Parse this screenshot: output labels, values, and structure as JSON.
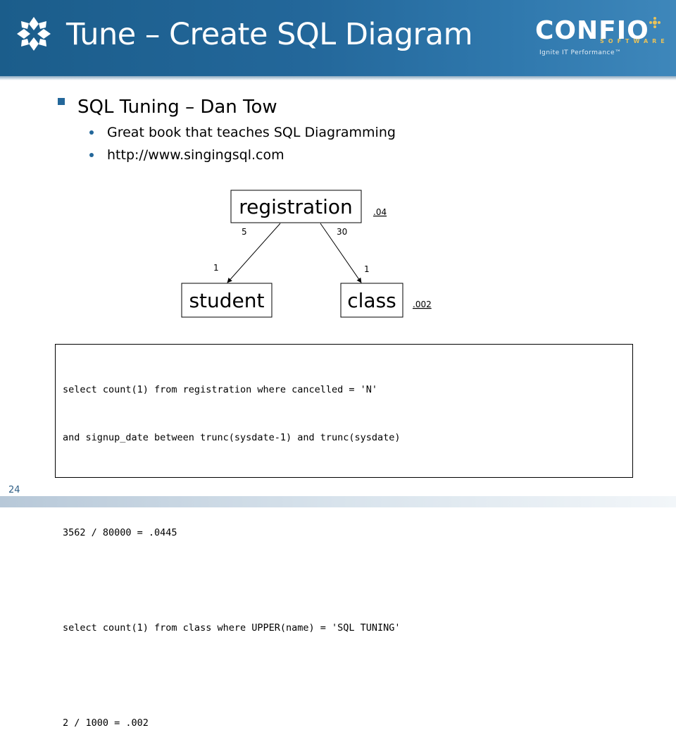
{
  "header": {
    "title": "Tune – Create SQL Diagram",
    "logo": {
      "word": "CONFIO",
      "software": "SOFTWARE",
      "tagline": "Ignite IT Performance™"
    }
  },
  "bullets": {
    "main": "SQL Tuning – Dan Tow",
    "sub": [
      "Great book that teaches SQL Diagramming",
      "http://www.singingsql.com"
    ]
  },
  "diagram": {
    "nodes": {
      "registration": "registration",
      "student": "student",
      "class": "class"
    },
    "labels": {
      "reg_filter": ".04",
      "class_filter": ".002",
      "left_top": "5",
      "right_top": "30",
      "left_bottom": "1",
      "right_bottom": "1"
    }
  },
  "code": {
    "lines": [
      "select count(1) from registration where cancelled = 'N'",
      "and signup_date between trunc(sysdate-1) and trunc(sysdate)",
      "",
      "3562 / 80000 = .0445",
      "",
      "select count(1) from class where UPPER(name) = 'SQL TUNING'",
      "",
      "2 / 1000 = .002"
    ]
  },
  "footer": {
    "page_number": "24"
  },
  "colors": {
    "header_blue": "#23679a",
    "logo_gold": "#e8c25a"
  }
}
